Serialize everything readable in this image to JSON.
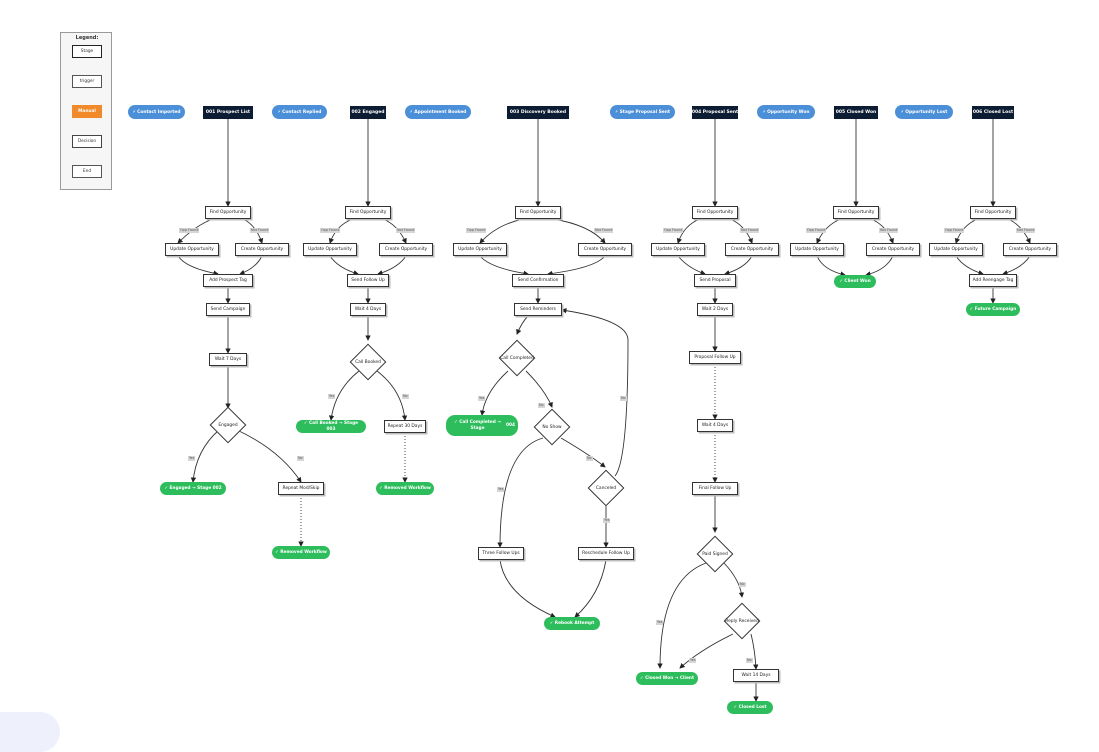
{
  "legend": {
    "title": "Legend:",
    "stage": "Stage",
    "trigger": "trigger",
    "manual": "Manual",
    "decision": "Decision",
    "end": "End"
  },
  "triggers": {
    "contact_imported": "⚡ Contact Imported",
    "contact_replied": "⚡ Contact Replied",
    "appointment_booked": "⚡ Appointment Booked",
    "stage_proposal_sent": "⚡ Stage Proposal Sent",
    "opportunity_won": "⚡ Opportunity Won",
    "opportunity_lost": "⚡ Opportunity Lost"
  },
  "stages": {
    "s001": "001 Prospect List",
    "s002": "002 Engaged",
    "s003": "003 Discovery Booked",
    "s004": "004 Proposal Sent",
    "s005": "005 Closed Won",
    "s006": "006 Closed Lost"
  },
  "common": {
    "find_opportunity": "Find Opportunity",
    "update_opportunity": "Update Opportunity",
    "create_opportunity": "Create Opportunity",
    "opp_found": "Opp Found",
    "not_found": "Not Found",
    "yes": "Yes",
    "no": "No"
  },
  "col1": {
    "add_tag": "Add Prospect Tag",
    "send_campaign": "Send Campaign",
    "wait": "Wait 7 Days",
    "engaged": "Engaged",
    "end_engaged": "✓ Engaged → Stage 002",
    "repeat": "Repeat Mod/Skip",
    "end_removed": "✓ Removed Workflow"
  },
  "col2": {
    "send_follow_up": "Send Follow Up",
    "wait": "Wait 4 Days",
    "call_booked": "Call Booked",
    "end_booked": "✓ Call Booked → Stage 003",
    "repeat": "Repeat 30 Days",
    "end_removed": "✓ Removed Workflow"
  },
  "col3": {
    "send_confirmation": "Send Confirmation",
    "send_reminders": "Send Reminders",
    "call_completed": "Call Completed",
    "end_completed_1": "✓ Call Completed → Stage",
    "end_completed_2": "004",
    "no_show": "No Show",
    "canceled": "Canceled",
    "three_follow_ups": "Three Follow Ups",
    "reschedule": "Reschedule Follow Up",
    "end_rebook": "✓ Rebook Attempt"
  },
  "col4": {
    "send_proposal": "Send Proposal",
    "wait_2": "Wait 2 Days",
    "proposal_follow_up": "Proposal Follow Up",
    "wait_4": "Wait 4 Days",
    "final_follow_up": "Final Follow Up",
    "paid_signed": "Paid Signed",
    "reply_received": "Reply Received",
    "end_closed_won": "✓ Closed Won → Client",
    "wait_14": "Wait 14 Days",
    "end_closed_lost": "✓ Closed Lost"
  },
  "col5": {
    "end_client_won": "✓ Client Won"
  },
  "col6": {
    "add_tag": "Add Reengage Tag",
    "end_future": "✓ Future Campaign"
  }
}
